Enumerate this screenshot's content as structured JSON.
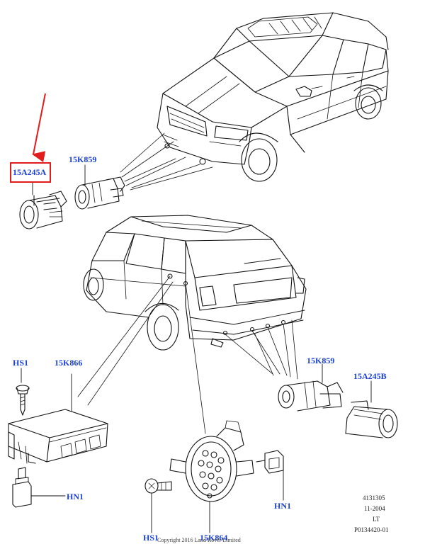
{
  "diagram": {
    "callouts": {
      "sensor_front": "15A245A",
      "bezel_front": "15K859",
      "screw_left": "HS1",
      "module": "15K866",
      "bezel_rear": "15K859",
      "sensor_rear": "15A245B",
      "clip_left": "HN1",
      "clip_right": "HN1",
      "screw_bottom": "HS1",
      "sounder": "15K864"
    },
    "reference": {
      "number": "4131305",
      "date": "11-2004",
      "code": "LT",
      "illustration": "P0134420-01"
    },
    "copyright": "Copyright 2016 Land Rover Limited",
    "colors": {
      "callout": "#1a3fd6",
      "highlight": "#e21c1c",
      "line": "#111111"
    }
  }
}
